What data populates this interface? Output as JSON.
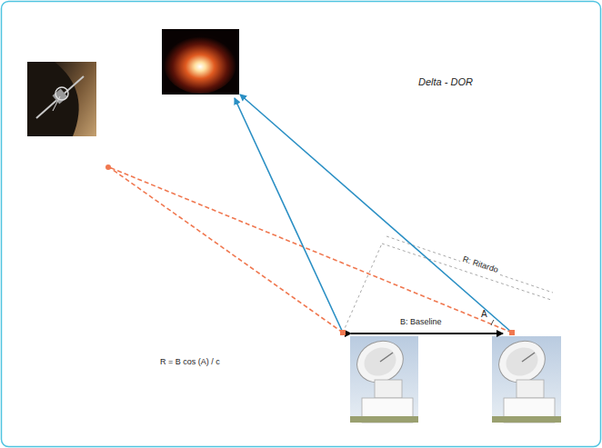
{
  "diagram": {
    "title": "Delta - DOR",
    "labels": [
      "R: Ritardo",
      "A",
      "B: Baseline",
      "R = B cos (A) / c"
    ]
  }
}
